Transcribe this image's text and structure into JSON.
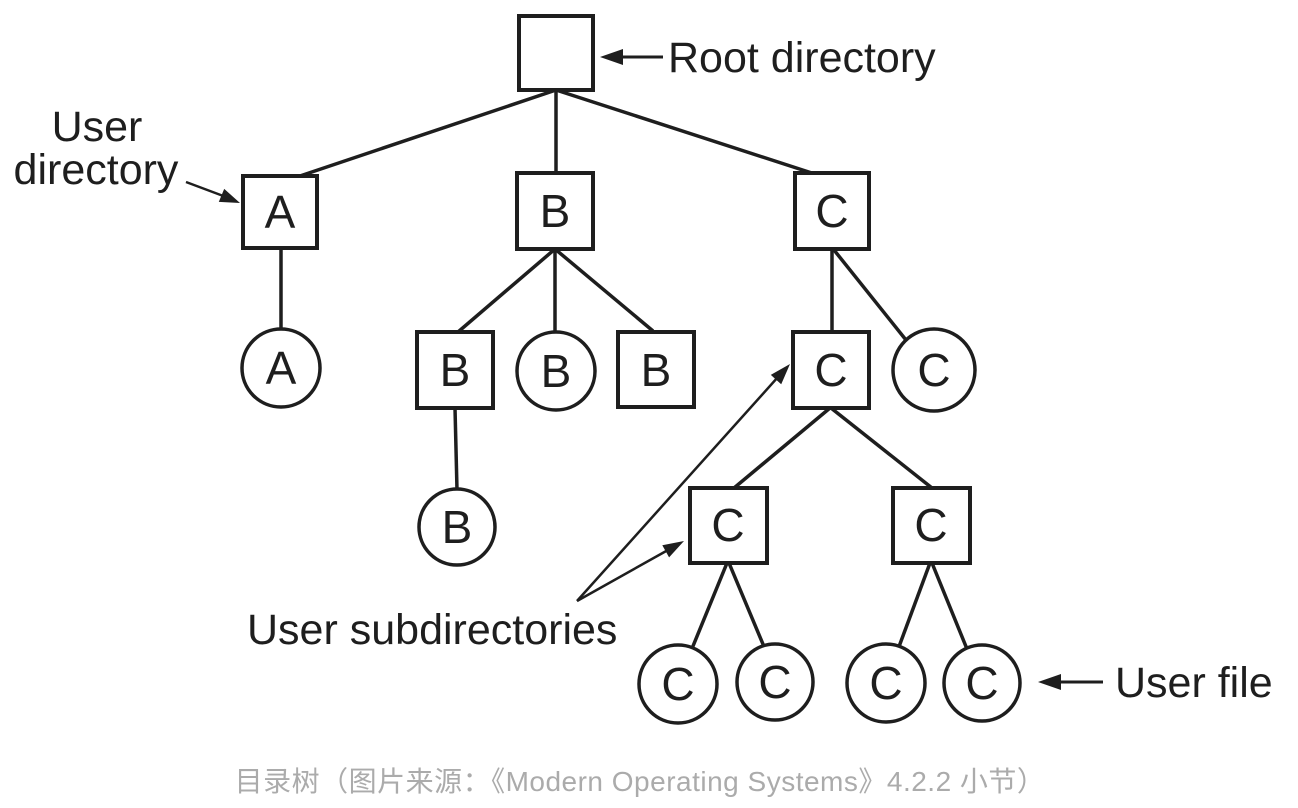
{
  "diagram": {
    "annotations": {
      "root_directory": "Root directory",
      "user_directory_line1": "User",
      "user_directory_line2": "directory",
      "user_subdirectories": "User subdirectories",
      "user_file": "User file"
    },
    "nodes": {
      "root": "",
      "dir_a": "A",
      "file_a": "A",
      "dir_b": "B",
      "sub_b_left": "B",
      "file_b_mid": "B",
      "sub_b_right": "B",
      "file_b_deep": "B",
      "dir_c": "C",
      "sub_c": "C",
      "file_c_top": "C",
      "sub_c_left": "C",
      "sub_c_right": "C",
      "file_c1": "C",
      "file_c2": "C",
      "file_c3": "C",
      "file_c4": "C"
    },
    "legend": {
      "square_meaning": "directory",
      "circle_meaning": "file"
    },
    "colors": {
      "line": "#1e1e1e",
      "background": "#ffffff",
      "caption": "#ababab"
    }
  },
  "caption": {
    "text": "目录树（图片来源：《Modern Operating Systems》4.2.2 小节）"
  }
}
